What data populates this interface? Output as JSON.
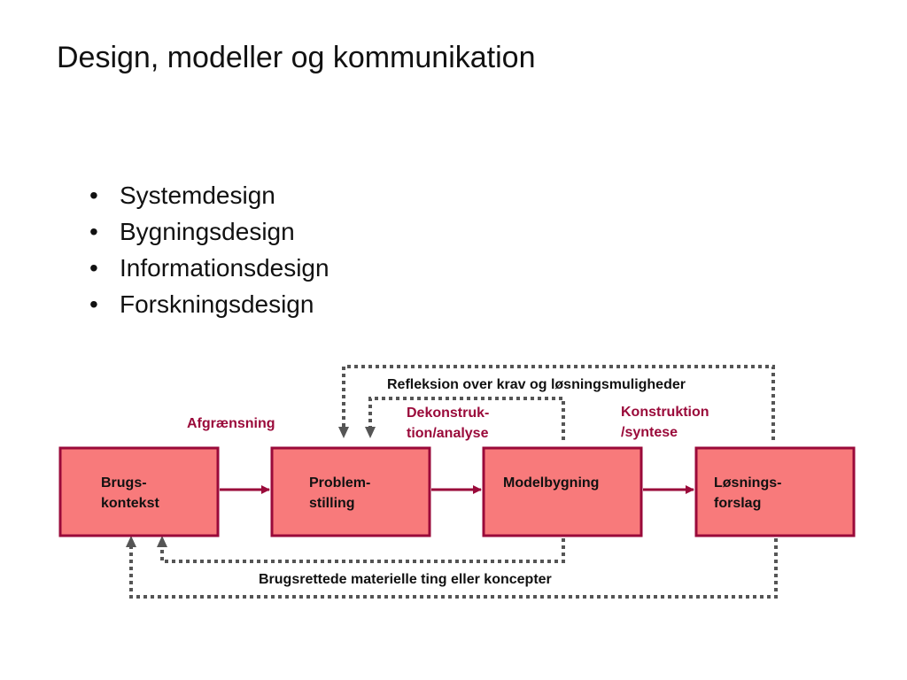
{
  "slide": {
    "title": "Design, modeller og kommunikation",
    "bullets": [
      "Systemdesign",
      "Bygningsdesign",
      "Informationsdesign",
      "Forskningsdesign"
    ]
  },
  "diagram": {
    "colors": {
      "box_fill": "#f87a7b",
      "box_border": "#9a0a3a",
      "arrow": "#9a0a3a",
      "accent_text": "#9a0a3a",
      "dotted": "#555555"
    },
    "boxes": [
      {
        "id": "brugskontekst",
        "lines": [
          "Brugs-",
          "kontekst"
        ]
      },
      {
        "id": "problemstilling",
        "lines": [
          "Problem-",
          "stilling"
        ]
      },
      {
        "id": "modelbygning",
        "lines": [
          "Modelbygning"
        ]
      },
      {
        "id": "losningsforslag",
        "lines": [
          "Løsnings-",
          "forslag"
        ]
      }
    ],
    "labels": {
      "afgraensning": "Afgrænsning",
      "dekonstruktion": [
        "Dekonstruk-",
        "tion/analyse"
      ],
      "konstruktion": [
        "Konstruktion",
        "/syntese"
      ],
      "refleksion": "Refleksion over krav og løsningsmuligheder",
      "brugsrettede": "Brugsrettede materielle ting eller koncepter"
    }
  }
}
